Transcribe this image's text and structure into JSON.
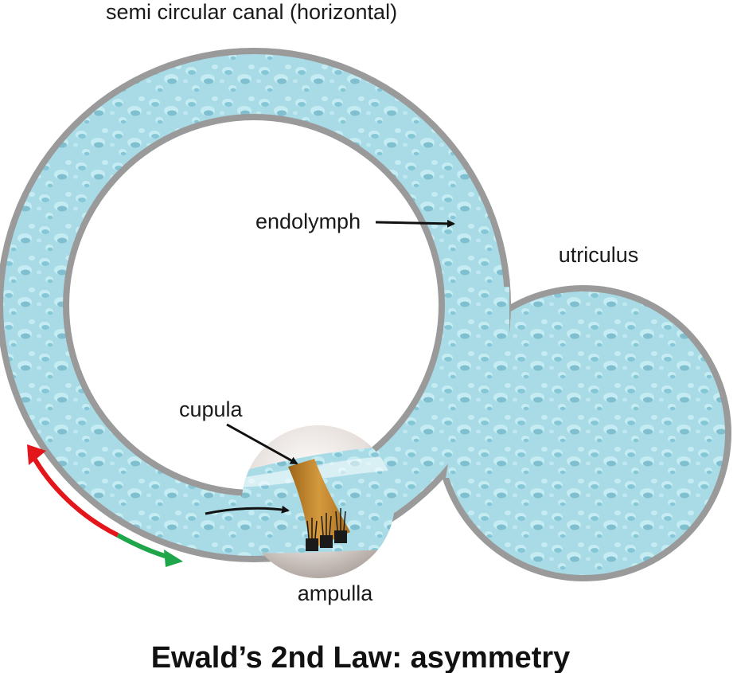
{
  "labels": {
    "canal": "semi circular canal (horizontal)",
    "endolymph": "endolymph",
    "utriculus": "utriculus",
    "cupula": "cupula",
    "ampulla": "ampulla"
  },
  "title": "Ewald’s 2nd Law: asymmetry",
  "colors": {
    "fluid": "#a9dbe6",
    "fluid_dark": "#7fc3d4",
    "wall": "#9a9a9a",
    "cupula": "#c98a2e",
    "ampulla_shell": "#d8d0cc",
    "arrow_red": "#e3161b",
    "arrow_green": "#1fa64a",
    "arrow_black": "#111111"
  }
}
